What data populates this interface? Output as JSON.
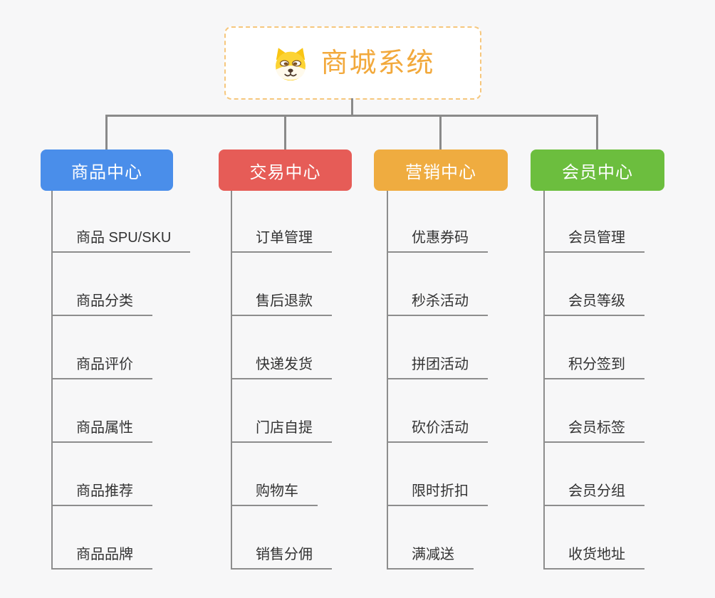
{
  "root": {
    "title": "商城系统",
    "icon": "doge-icon",
    "accent_color": "#f2a93c",
    "border_color": "#f6c77d"
  },
  "line_color": "#8a8a8a",
  "branches": [
    {
      "label": "商品中心",
      "color": "#4a8eea",
      "items": [
        "商品 SPU/SKU",
        "商品分类",
        "商品评价",
        "商品属性",
        "商品推荐",
        "商品品牌"
      ]
    },
    {
      "label": "交易中心",
      "color": "#e65c57",
      "items": [
        "订单管理",
        "售后退款",
        "快递发货",
        "门店自提",
        "购物车",
        "销售分佣"
      ]
    },
    {
      "label": "营销中心",
      "color": "#efac40",
      "items": [
        "优惠券码",
        "秒杀活动",
        "拼团活动",
        "砍价活动",
        "限时折扣",
        "满减送"
      ]
    },
    {
      "label": "会员中心",
      "color": "#6cbe3e",
      "items": [
        "会员管理",
        "会员等级",
        "积分签到",
        "会员标签",
        "会员分组",
        "收货地址"
      ]
    }
  ]
}
